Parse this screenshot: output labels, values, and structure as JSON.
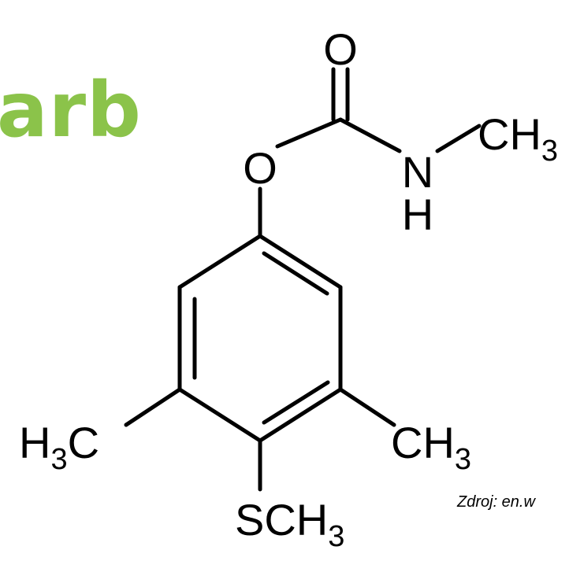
{
  "title": "arb",
  "title_color": "#8bc34a",
  "source_caption": "Zdroj: en.w",
  "atoms": {
    "carbonyl_o": {
      "symbol": "O",
      "sub": ""
    },
    "ester_o": {
      "symbol": "O",
      "sub": ""
    },
    "amide_n": {
      "symbol": "N",
      "sub": ""
    },
    "amide_h": {
      "symbol": "H",
      "sub": ""
    },
    "n_methyl": {
      "symbol": "CH",
      "sub": "3"
    },
    "left_methyl": {
      "symbol": "H",
      "sub": "3",
      "tail": "C"
    },
    "right_methyl": {
      "symbol": "CH",
      "sub": "3"
    },
    "thio_methyl": {
      "symbol": "SCH",
      "sub": "3"
    }
  }
}
